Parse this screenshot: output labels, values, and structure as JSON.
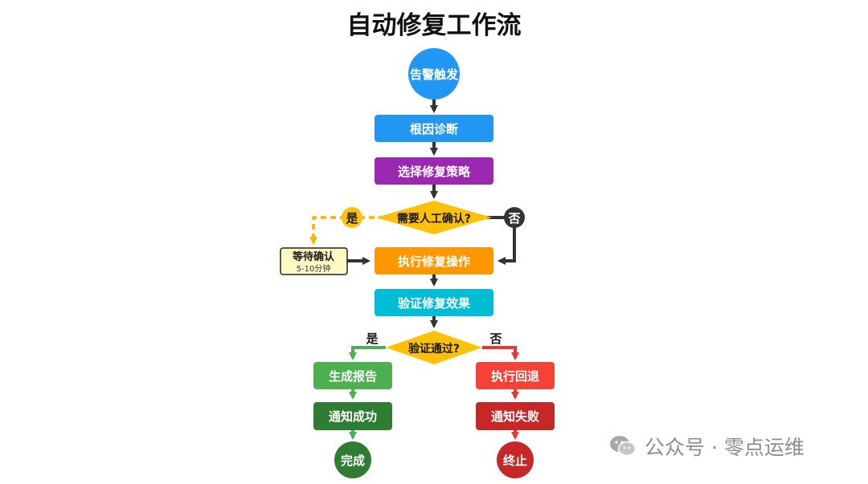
{
  "title": "自动修复工作流",
  "nodes": {
    "alert": {
      "label": "告警触发",
      "color": "#2196f3"
    },
    "diagnose": {
      "label": "根因诊断",
      "color": "#2196f3"
    },
    "strategy": {
      "label": "选择修复策略",
      "color": "#9c27b0"
    },
    "need_confirm": {
      "label": "需要人工确认?",
      "color": "#ffc107"
    },
    "wait": {
      "label": "等待确认",
      "sublabel": "5-10分钟",
      "color": "#fff9c4"
    },
    "execute": {
      "label": "执行修复操作",
      "color": "#ff9800"
    },
    "verify": {
      "label": "验证修复效果",
      "color": "#00bcd4"
    },
    "passed": {
      "label": "验证通过?",
      "color": "#ffc107"
    },
    "report": {
      "label": "生成报告",
      "color": "#4caf50"
    },
    "notify_success": {
      "label": "通知成功",
      "color": "#2e7d32"
    },
    "done": {
      "label": "完成",
      "color": "#2e7d32"
    },
    "rollback": {
      "label": "执行回退",
      "color": "#f44336"
    },
    "notify_fail": {
      "label": "通知失败",
      "color": "#c62828"
    },
    "stop": {
      "label": "终止",
      "color": "#c62828"
    }
  },
  "branches": {
    "confirm_yes": "是",
    "confirm_no": "否",
    "verify_yes": "是",
    "verify_no": "否"
  },
  "watermark": {
    "text": "公众号 · 零点运维",
    "icon": "wechat-icon"
  }
}
